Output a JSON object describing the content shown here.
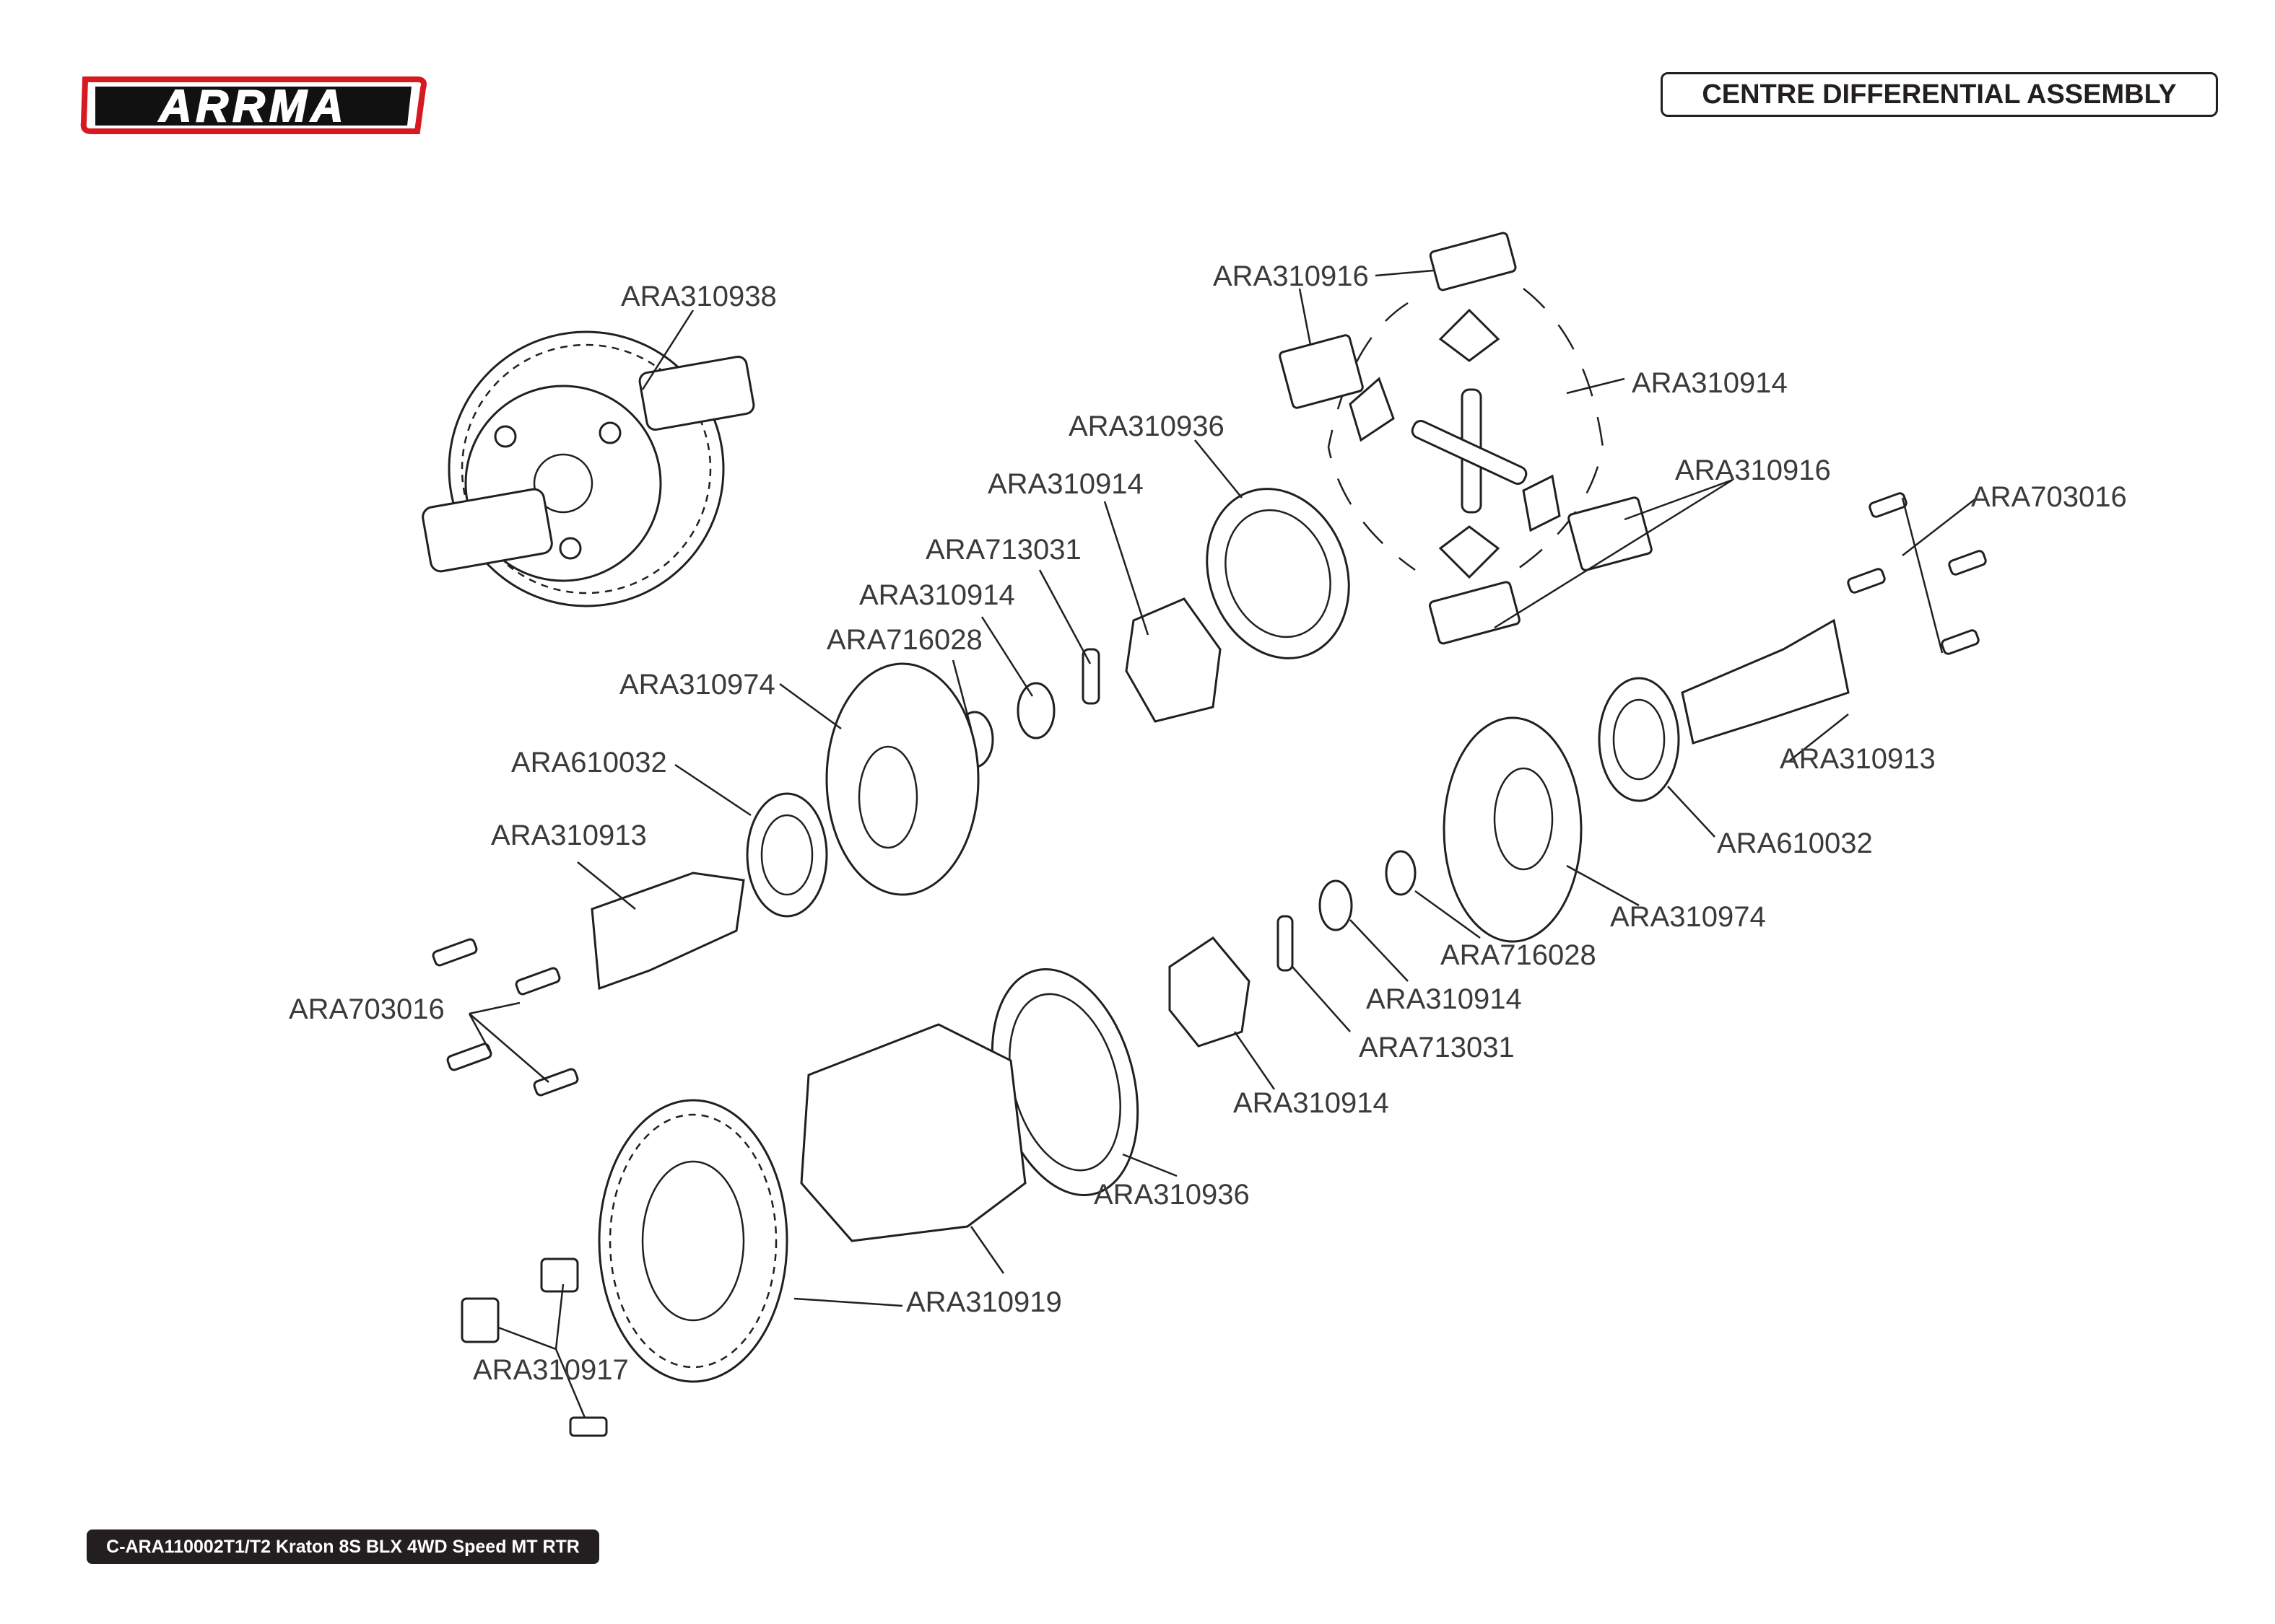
{
  "logo_text": "ARRMA",
  "title": "CENTRE DIFFERENTIAL ASSEMBLY",
  "footer": "C-ARA110002T1/T2 Kraton 8S BLX 4WD Speed MT RTR",
  "labels": [
    {
      "id": "l1",
      "text": "ARA310938"
    },
    {
      "id": "l2",
      "text": "ARA310916"
    },
    {
      "id": "l3",
      "text": "ARA310914"
    },
    {
      "id": "l4",
      "text": "ARA310936"
    },
    {
      "id": "l5",
      "text": "ARA310916"
    },
    {
      "id": "l6",
      "text": "ARA703016"
    },
    {
      "id": "l7",
      "text": "ARA310914"
    },
    {
      "id": "l8",
      "text": "ARA713031"
    },
    {
      "id": "l9",
      "text": "ARA310914"
    },
    {
      "id": "l10",
      "text": "ARA716028"
    },
    {
      "id": "l11",
      "text": "ARA310974"
    },
    {
      "id": "l12",
      "text": "ARA610032"
    },
    {
      "id": "l13",
      "text": "ARA310913"
    },
    {
      "id": "l14",
      "text": "ARA703016"
    },
    {
      "id": "l15",
      "text": "ARA310913"
    },
    {
      "id": "l16",
      "text": "ARA610032"
    },
    {
      "id": "l17",
      "text": "ARA310974"
    },
    {
      "id": "l18",
      "text": "ARA716028"
    },
    {
      "id": "l19",
      "text": "ARA310914"
    },
    {
      "id": "l20",
      "text": "ARA713031"
    },
    {
      "id": "l21",
      "text": "ARA310914"
    },
    {
      "id": "l22",
      "text": "ARA310936"
    },
    {
      "id": "l23",
      "text": "ARA310919"
    },
    {
      "id": "l24",
      "text": "ARA310917"
    }
  ]
}
